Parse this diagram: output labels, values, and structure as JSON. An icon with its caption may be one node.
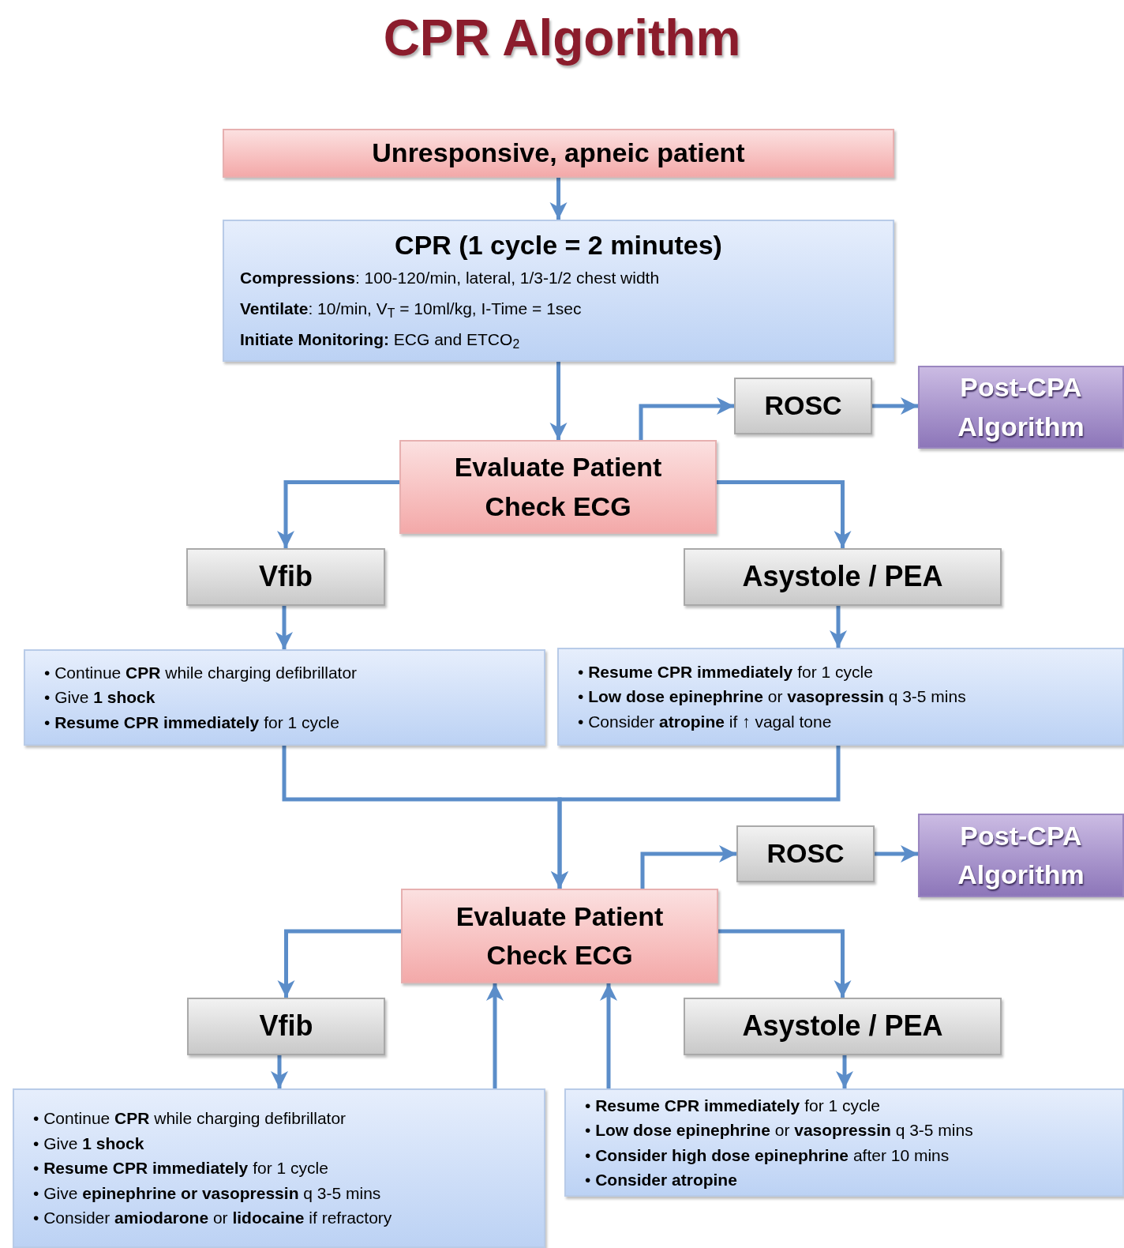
{
  "diagram": {
    "title": "CPR Algorithm",
    "nodes": [
      {
        "text": [
          "Unresponsive, apneic patient"
        ]
      },
      {
        "text": [
          "CPR (1 cycle = 2 minutes)",
          "**Compressions**: 100-120/min, lateral, 1/3-1/2 chest width",
          "**Ventilate**: 10/min, V$_{T}$ = 10ml/kg, I-Time = 1sec",
          "**Initiate Monitoring:** ECG and ETCO$_{2}$"
        ]
      },
      {
        "text": [
          "ROSC"
        ]
      },
      {
        "text": [
          "Post-CPA Algorithm"
        ]
      },
      {
        "text": [
          "Evaluate Patient Check ECG"
        ]
      },
      {
        "text": [
          "Vfib"
        ]
      },
      {
        "text": [
          "Asystole / PEA"
        ]
      },
      {
        "text": [
          "• Continue **CPR** while charging defibrillator",
          "• Give **1 shock**",
          "• **Resume CPR immediately** for 1 cycle"
        ]
      },
      {
        "text": [
          "• **Resume CPR immediately** for 1 cycle",
          "• **Low dose epinephrine** or **vasopressin** q 3-5 mins",
          "• Consider **atropine** if ↑ vagal tone"
        ]
      },
      {
        "text": [
          "ROSC"
        ]
      },
      {
        "text": [
          "Post-CPA Algorithm"
        ]
      },
      {
        "text": [
          "Evaluate Patient Check ECG"
        ]
      },
      {
        "text": [
          "Vfib"
        ]
      },
      {
        "text": [
          "Asystole / PEA"
        ]
      },
      {
        "text": [
          "• Continue **CPR** while charging defibrillator",
          "• Give **1 shock**",
          "• **Resume CPR immediately** for 1 cycle",
          "• Give **epinephrine or vasopressin** q 3-5 mins",
          "• Consider **amiodarone** or **lidocaine** if refractory"
        ]
      },
      {
        "text": [
          "• **Resume CPR immediately** for 1 cycle",
          "• **Low dose epinephrine** or **vasopressin** q 3-5 mins",
          "• **Consider high dose epinephrine** after 10 mins",
          "• **Consider atropine**"
        ]
      }
    ],
    "edges": [
      {
        "from": 0,
        "to": 1,
        "arrow": "to"
      },
      {
        "from": 1,
        "to": 4,
        "arrow": "to"
      },
      {
        "from": 4,
        "to": 2,
        "arrow": "to"
      },
      {
        "from": 2,
        "to": 3,
        "arrow": "to"
      },
      {
        "from": 4,
        "to": 5,
        "arrow": "to"
      },
      {
        "from": 4,
        "to": 6,
        "arrow": "to"
      },
      {
        "from": 5,
        "to": 7,
        "arrow": "to"
      },
      {
        "from": 6,
        "to": 8,
        "arrow": "to"
      },
      {
        "from": 7,
        "to": 11,
        "arrow": "to"
      },
      {
        "from": 8,
        "to": 11,
        "arrow": "to"
      },
      {
        "from": 11,
        "to": 9,
        "arrow": "to"
      },
      {
        "from": 9,
        "to": 10,
        "arrow": "to"
      },
      {
        "from": 11,
        "to": 12,
        "arrow": "to"
      },
      {
        "from": 11,
        "to": 13,
        "arrow": "to"
      },
      {
        "from": 12,
        "to": 14,
        "arrow": "to"
      },
      {
        "from": 13,
        "to": 15,
        "arrow": "to"
      },
      {
        "from": 14,
        "to": 11,
        "arrow": "to"
      },
      {
        "from": 15,
        "to": 11,
        "arrow": "to"
      }
    ]
  }
}
